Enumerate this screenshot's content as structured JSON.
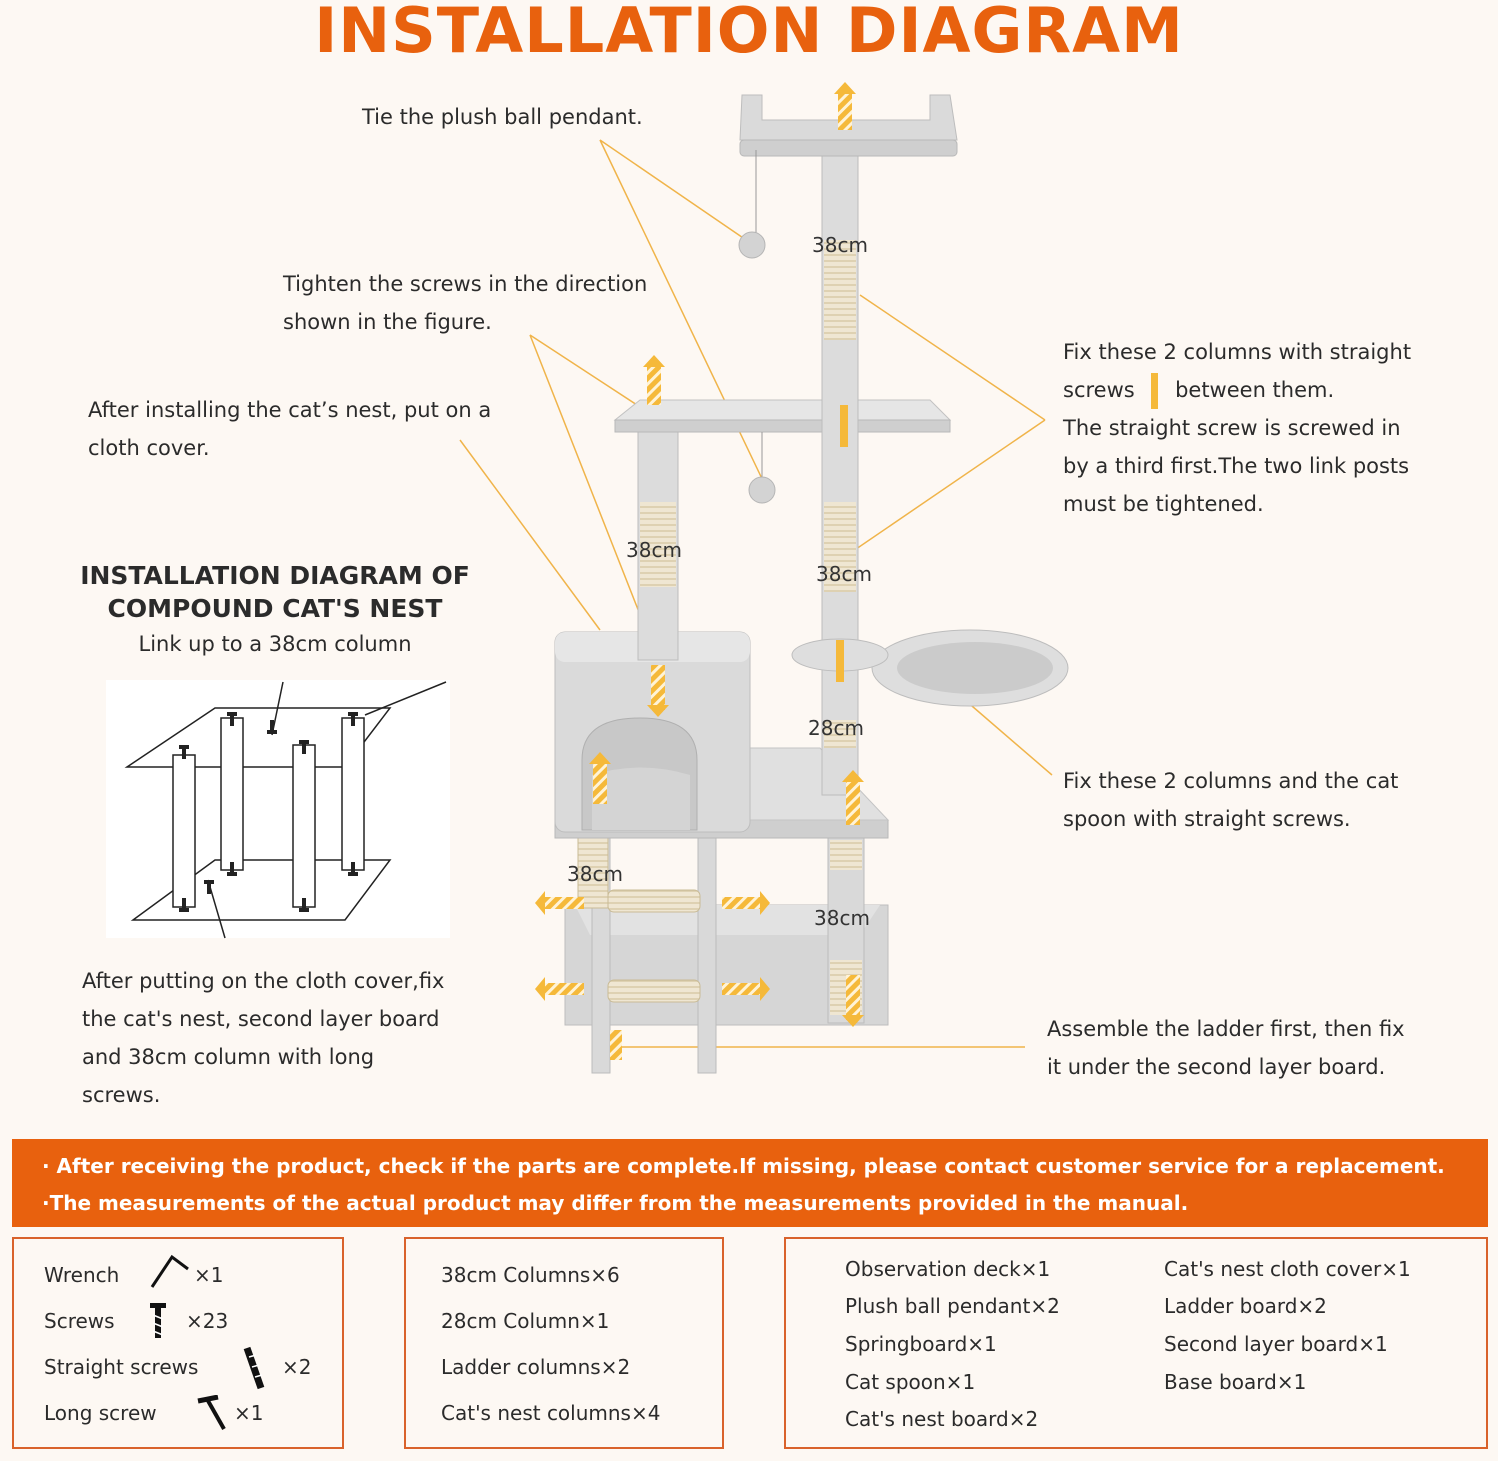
{
  "title": "INSTALLATION DIAGRAM",
  "notes": {
    "plush_ball": "Tie the plush ball pendant.",
    "tighten_1": "Tighten the screws in the direction",
    "tighten_2": "shown in the figure.",
    "cloth_1": "After installing the cat’s nest, put on a",
    "cloth_2": "cloth cover.",
    "fix_columns_1": "Fix these 2 columns with straight",
    "fix_columns_2a": "screws",
    "fix_columns_2b": "between them.",
    "fix_columns_3": "The straight screw is screwed in",
    "fix_columns_4": "by a third first.The two link posts",
    "fix_columns_5": "must be tightened.",
    "spoon_1": "Fix these 2 columns and the cat",
    "spoon_2": "spoon with straight screws.",
    "cover_fix_1": "After putting on the cloth cover,fix",
    "cover_fix_2": "the cat's nest, second layer board",
    "cover_fix_3": "and 38cm column with long",
    "cover_fix_4": "screws.",
    "ladder_1": "Assemble the ladder first, then fix",
    "ladder_2": "it under the second layer board."
  },
  "subdiagram": {
    "title_1": "INSTALLATION DIAGRAM OF",
    "title_2": "COMPOUND CAT'S NEST",
    "caption": "Link up to a 38cm column"
  },
  "dimensions": {
    "top_column": "38cm",
    "nest_column": "38cm",
    "middle_column": "38cm",
    "short_column": "28cm",
    "ladder_column": "38cm",
    "base_column": "38cm"
  },
  "banner": {
    "line_1": "· After receiving the product, check if the parts are complete.If missing, please contact customer service for a replacement.",
    "line_2": "·The measurements of the actual product may differ from the measurements provided in the manual."
  },
  "parts": {
    "hardware": [
      {
        "name": "Wrench",
        "qty": "×1",
        "icon": "wrench-icon"
      },
      {
        "name": "Screws",
        "qty": "×23",
        "icon": "screw-icon"
      },
      {
        "name": "Straight screws",
        "qty": "×2",
        "icon": "straight-screw-icon"
      },
      {
        "name": "Long screw",
        "qty": "×1",
        "icon": "long-screw-icon"
      }
    ],
    "columns": [
      "38cm Columns×6",
      "28cm Column×1",
      "Ladder columns×2",
      "Cat's nest columns×4"
    ],
    "boards_left": [
      "Observation deck×1",
      "Plush ball pendant×2",
      "Springboard×1",
      "Cat spoon×1",
      "Cat's nest board×2"
    ],
    "boards_right": [
      "Cat's nest cloth cover×1",
      "Ladder board×2",
      "Second layer board×1",
      "Base board×1"
    ]
  },
  "colors": {
    "accent": "#e8610e",
    "screw": "#f5b93a",
    "plush": "#d9d9d9",
    "leader_line": "#f0b44a"
  }
}
